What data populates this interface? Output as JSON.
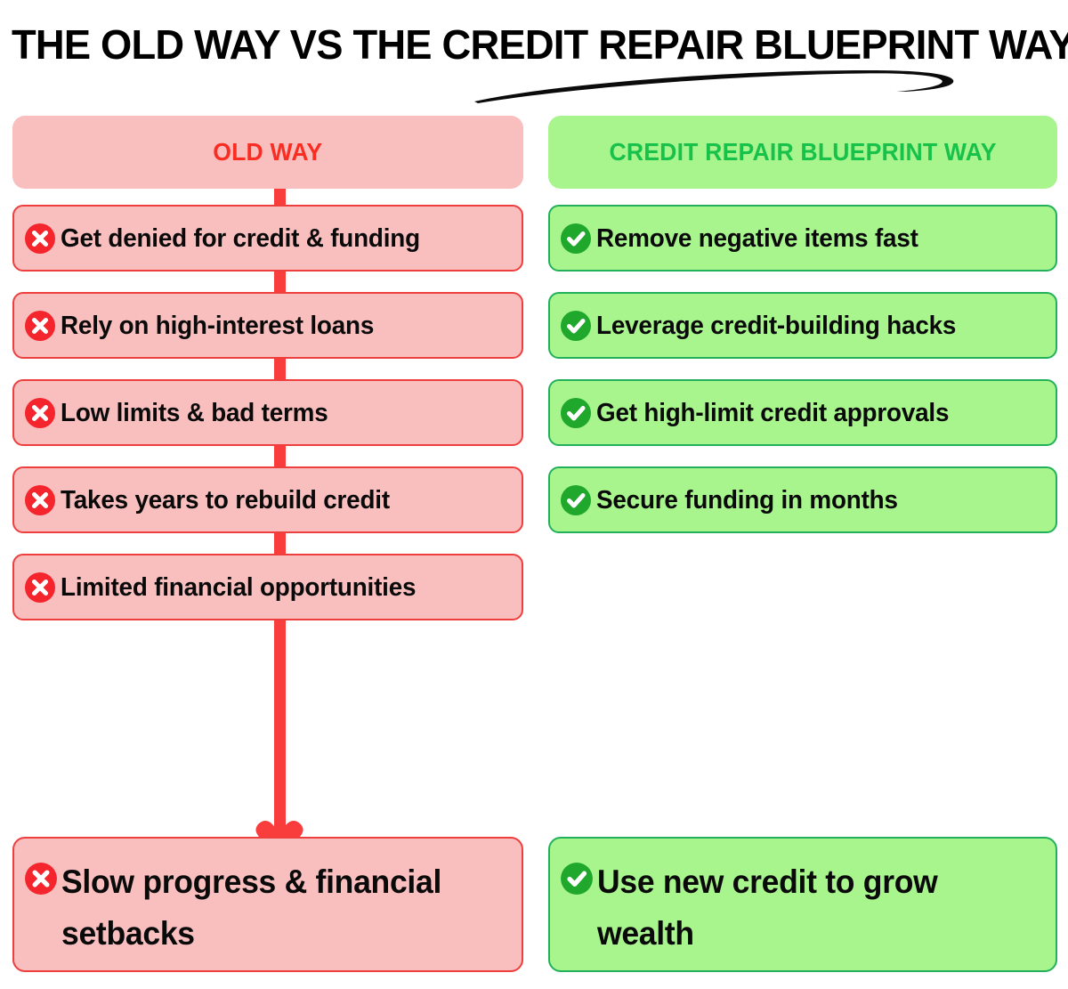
{
  "title": "THE OLD WAY VS THE CREDIT REPAIR BLUEPRINT WAY",
  "decorations": {
    "underline_swoosh": "brush-swoosh"
  },
  "colors": {
    "old_box_bg": "#F9BEBE",
    "old_box_border": "#EF3E3E",
    "old_accent": "#FA2D22",
    "old_line": "#F93C3C",
    "new_box_bg": "#A8F58E",
    "new_box_border": "#22B15A",
    "new_accent": "#18C24A",
    "new_line": "#18C55C",
    "text": "#0A0A0A",
    "page_bg": "#FFFFFF"
  },
  "columns": {
    "old": {
      "header": "OLD WAY",
      "icon": "x-circle-icon",
      "items": [
        "Get denied for credit & funding",
        "Rely on high-interest loans",
        "Low limits & bad terms",
        "Takes years to rebuild credit",
        "Limited financial opportunities"
      ],
      "outcome": "Slow progress & financial setbacks"
    },
    "new": {
      "header": "CREDIT REPAIR BLUEPRINT WAY",
      "icon": "check-circle-icon",
      "items": [
        "Remove negative items fast",
        "Leverage credit-building hacks",
        "Get high-limit credit approvals",
        "Secure funding in months"
      ],
      "outcome": "Use new credit to grow wealth"
    }
  }
}
